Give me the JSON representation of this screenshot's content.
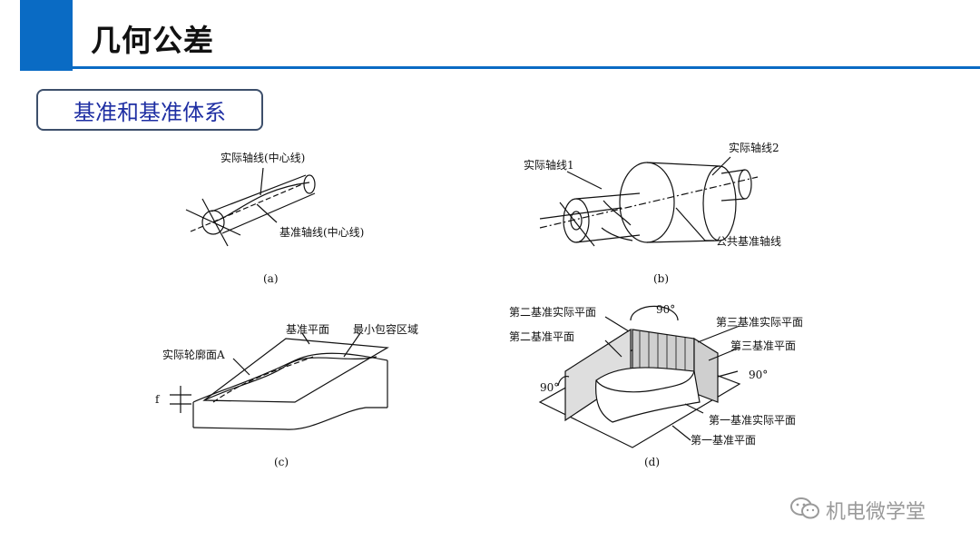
{
  "slide": {
    "title": "几何公差",
    "section_label": "基准和基准体系",
    "accent_color": "#0a6bc4",
    "section_text_color": "#1f2fa3"
  },
  "figure": {
    "a": {
      "caption": "(a)",
      "label_actual_axis": "实际轴线(中心线)",
      "label_datum_axis": "基准轴线(中心线)"
    },
    "b": {
      "caption": "(b)",
      "label_actual_axis_1": "实际轴线1",
      "label_actual_axis_2": "实际轴线2",
      "label_common_datum_axis": "公共基准轴线"
    },
    "c": {
      "caption": "(c)",
      "label_datum_plane": "基准平面",
      "label_min_zone": "最小包容区域",
      "label_actual_surface": "实际轮廓面A",
      "label_f": "f"
    },
    "d": {
      "caption": "(d)",
      "label_2nd_actual": "第二基准实际平面",
      "label_2nd_datum": "第二基准平面",
      "label_3rd_actual": "第三基准实际平面",
      "label_3rd_datum": "第三基准平面",
      "label_1st_actual": "第一基准实际平面",
      "label_1st_datum": "第一基准平面",
      "angle_top": "90°",
      "angle_left": "90°",
      "angle_right": "90°"
    }
  },
  "watermark": {
    "text": "机电微学堂",
    "icon": "wechat-icon"
  }
}
